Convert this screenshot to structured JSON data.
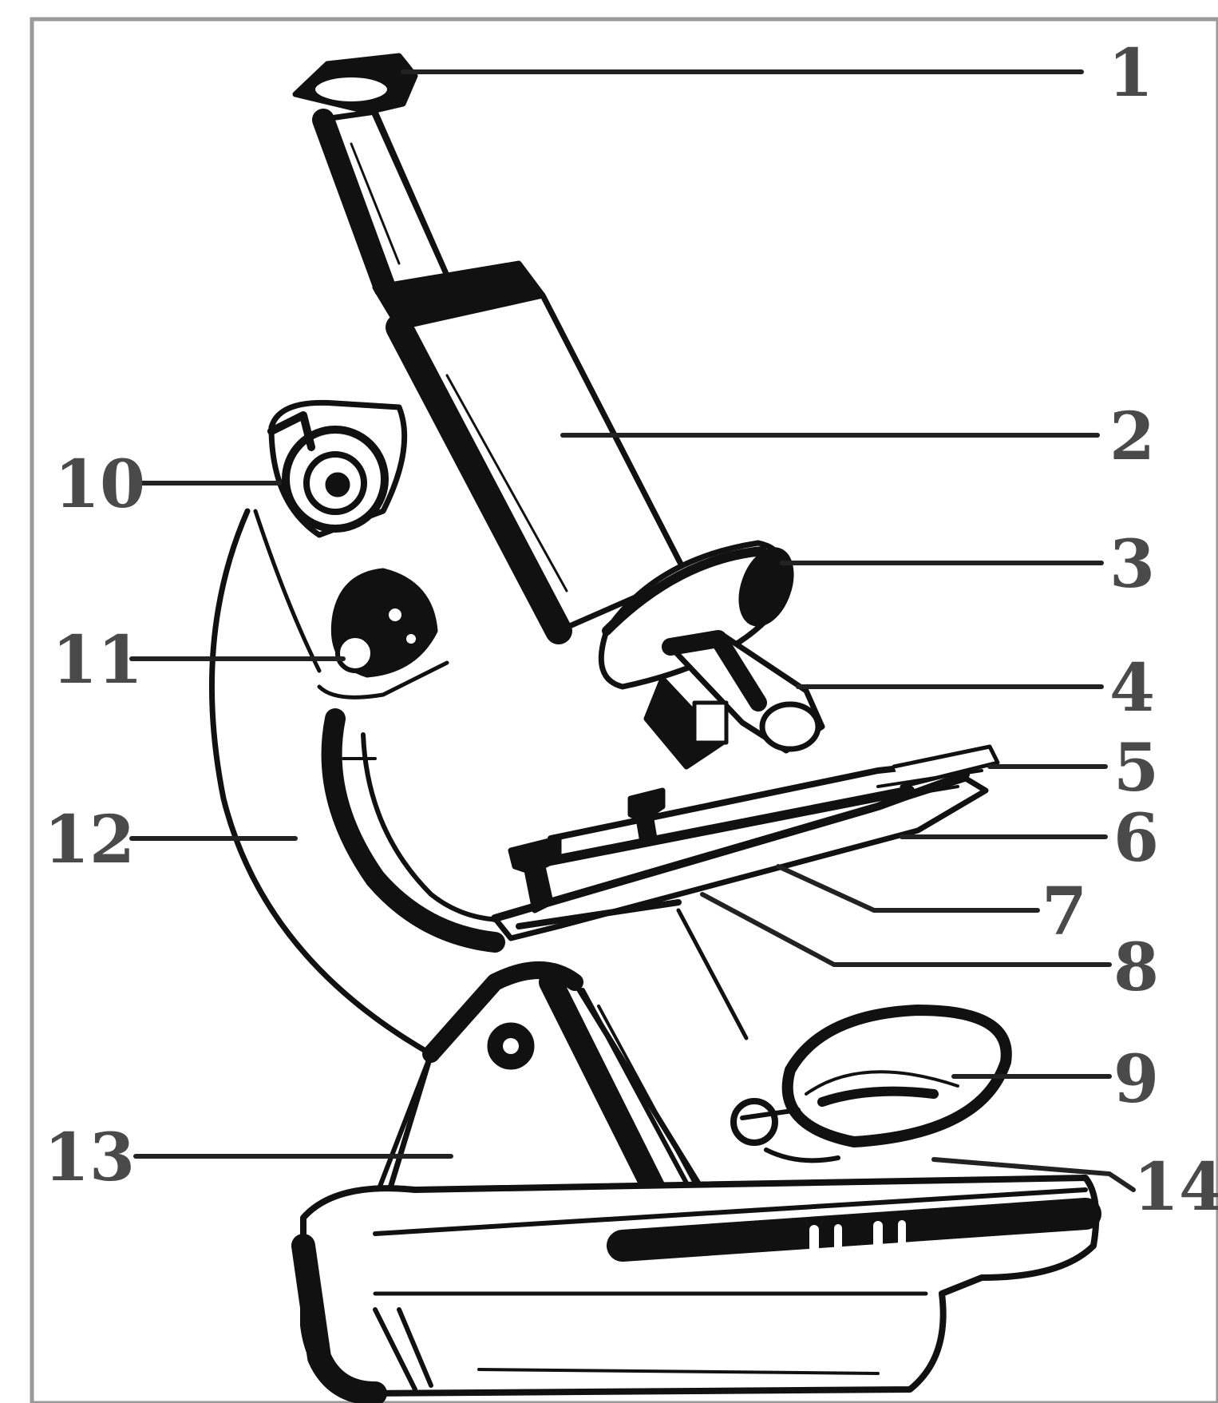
{
  "figure": {
    "subject": "microscope-line-drawing",
    "line_color": "#111111",
    "frame_color": "#9a9a9a",
    "label_color": "#4a4a4a"
  },
  "labels": {
    "l1": "1",
    "l2": "2",
    "l3": "3",
    "l4": "4",
    "l5": "5",
    "l6": "6",
    "l7": "7",
    "l8": "8",
    "l9": "9",
    "l10": "10",
    "l11": "11",
    "l12": "12",
    "l13": "13",
    "l14": "14"
  }
}
